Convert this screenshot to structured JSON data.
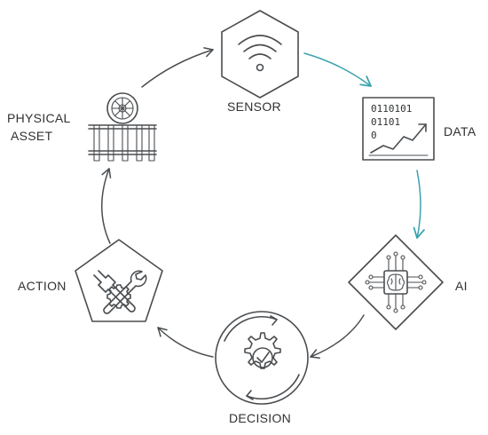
{
  "labels": {
    "sensor": "SENSOR",
    "data": "DATA",
    "ai": "AI",
    "decision": "DECISION",
    "action": "ACTION",
    "physical_line1": "PHYSICAL",
    "physical_line2": "ASSET"
  },
  "data_icon": {
    "binary_line1": "0110101",
    "binary_line2": "01101",
    "binary_line3": "0"
  },
  "icons": {
    "sensor": "wifi-signal-icon",
    "data": "binary-chart-icon",
    "ai": "brain-chip-icon",
    "decision": "gear-check-icon",
    "action": "tools-icon",
    "physical_asset": "wheel-rail-icon"
  },
  "colors": {
    "stroke": "#4a4d50",
    "accent": "#3aa2ad",
    "text": "#2f3133"
  }
}
